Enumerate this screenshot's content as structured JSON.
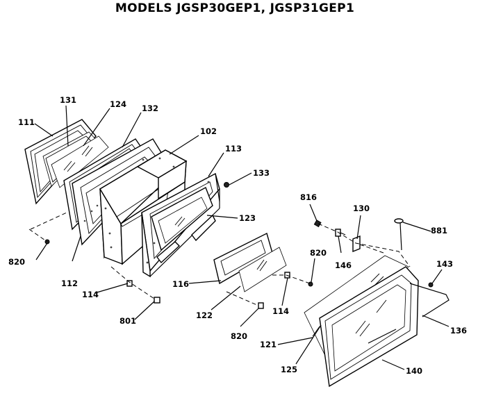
{
  "title": "MODELS JGSP30GEP1, JGSP31GEP1",
  "labels": {
    "p111": "111",
    "p131": "131",
    "p124": "124",
    "p132": "132",
    "p102": "102",
    "p113": "113",
    "p133": "133",
    "p820a": "820",
    "p112": "112",
    "p123": "123",
    "p114a": "114",
    "p116": "116",
    "p801": "801",
    "p122": "122",
    "p114b": "114",
    "p820b": "820",
    "p820c": "820",
    "p816": "816",
    "p130": "130",
    "p146": "146",
    "p881": "881",
    "p143": "143",
    "p136": "136",
    "p121": "121",
    "p125": "125",
    "p140": "140"
  }
}
